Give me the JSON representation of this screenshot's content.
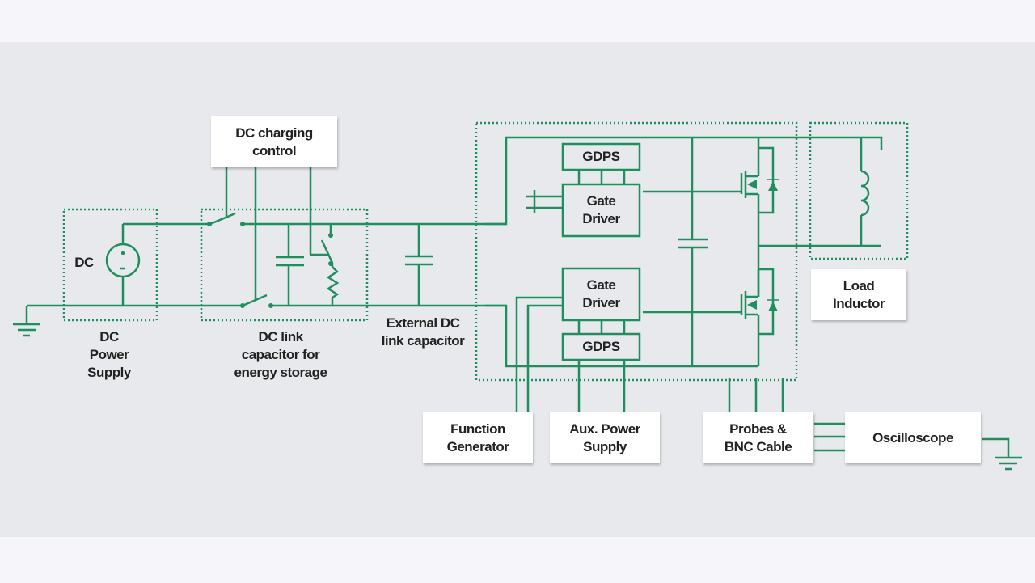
{
  "diagram": {
    "title": "Double pulse test setup",
    "colors": {
      "wire": "#1f8f5f",
      "background": "#e8e9ec",
      "box": "#ffffff",
      "text": "#222222"
    },
    "blocks": {
      "dc_charging_control": "DC charging\ncontrol",
      "function_generator": "Function\nGenerator",
      "aux_power_supply": "Aux. Power\nSupply",
      "probes_bnc": "Probes &\nBNC Cable",
      "oscilloscope": "Oscilloscope",
      "load_inductor": "Load\nInductor"
    },
    "labels": {
      "dc_source": "DC",
      "dc_power_supply": "DC\nPower\nSupply",
      "dc_link_capacitor": "DC link\ncapacitor for\nenergy storage",
      "external_dc_link": "External DC\nlink capacitor",
      "gdps_top": "GDPS",
      "gate_driver_top": "Gate\nDriver",
      "gate_driver_bottom": "Gate\nDriver",
      "gdps_bottom": "GDPS"
    }
  }
}
